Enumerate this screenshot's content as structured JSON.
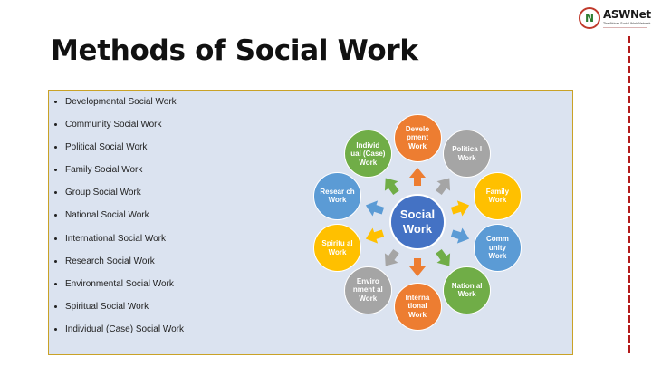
{
  "slide": {
    "title": "Methods of Social Work",
    "logo": {
      "letter": "N",
      "name": "ASWNet",
      "tagline": "The African Social Work Network"
    }
  },
  "list": [
    "Developmental Social Work",
    "Community Social Work",
    "Political Social Work",
    "Family Social Work",
    "Group Social Work",
    "National Social Work",
    "International Social Work",
    "Research Social Work",
    "Environmental Social Work",
    "Spiritual Social Work",
    "Individual (Case) Social Work"
  ],
  "diagram": {
    "center": {
      "label": "Social Work",
      "color": "#4472c4"
    },
    "nodes": [
      {
        "label": "Develo pment Work",
        "color": "#ed7d31"
      },
      {
        "label": "Politica l Work",
        "color": "#a5a5a5"
      },
      {
        "label": "Family Work",
        "color": "#ffc000"
      },
      {
        "label": "Comm unity Work",
        "color": "#5b9bd5"
      },
      {
        "label": "Nation al Work",
        "color": "#70ad47"
      },
      {
        "label": "Interna tional Work",
        "color": "#ed7d31"
      },
      {
        "label": "Enviro nment al Work",
        "color": "#a5a5a5"
      },
      {
        "label": "Spiritu al Work",
        "color": "#ffc000"
      },
      {
        "label": "Resear ch Work",
        "color": "#5b9bd5"
      },
      {
        "label": "Individ ual (Case) Work",
        "color": "#70ad47"
      }
    ]
  }
}
